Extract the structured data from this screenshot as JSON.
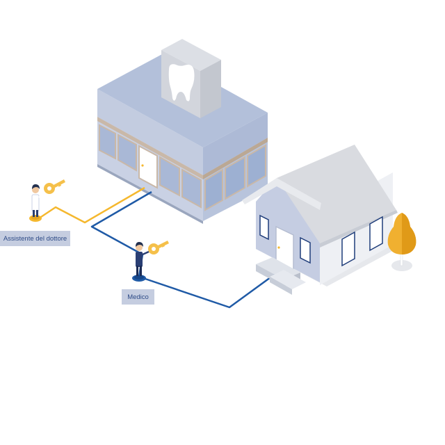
{
  "labels": {
    "assistant": "Assistente del dottore",
    "doctor": "Medico"
  },
  "colors": {
    "assistant_path": "#f5b82e",
    "doctor_path": "#1f5aa6",
    "building_facade": "#c9d1e4",
    "building_roof": "#b3c0da",
    "glass": "#a9b8d6",
    "frame": "#c9b8a8",
    "house_roof": "#d9dbe0",
    "house_wall": "#c5cde2",
    "key": "#f5c04a",
    "tree": "#f0b030",
    "label_bg": "#c5cde0",
    "label_text": "#2d4a86"
  },
  "icons": {
    "sign": "tooth-icon",
    "key": "key-icon",
    "person": "person-icon",
    "building": "dental-clinic",
    "home": "house",
    "plant": "tree"
  }
}
